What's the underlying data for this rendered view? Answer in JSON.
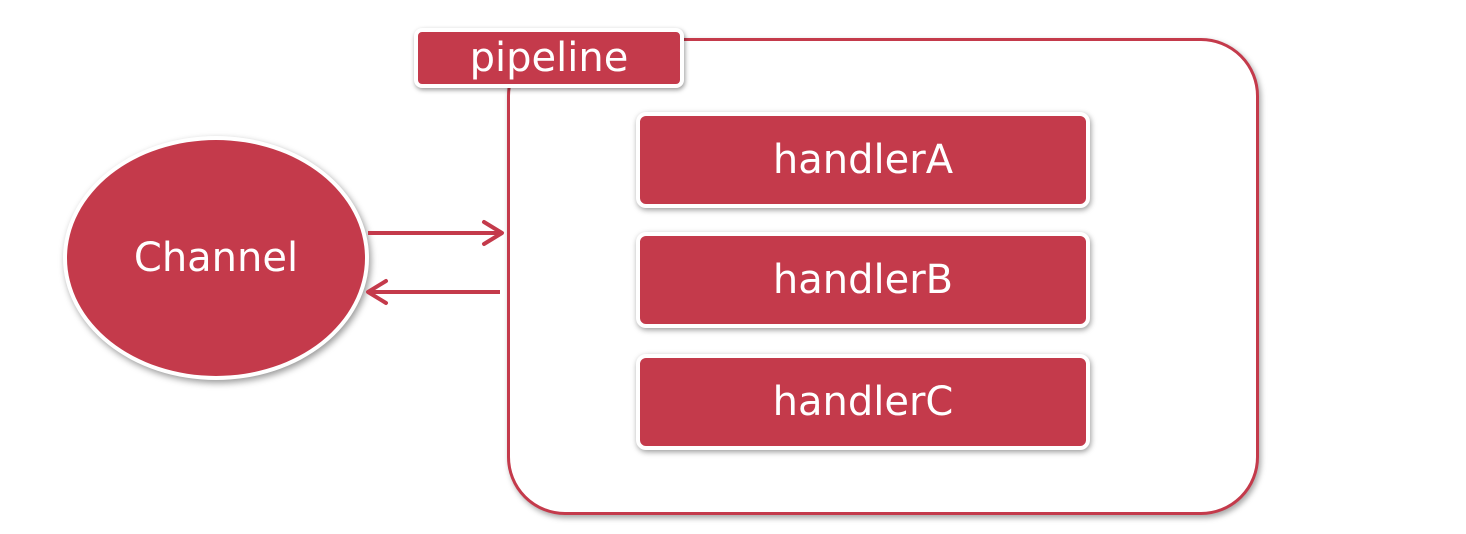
{
  "colors": {
    "accent": "#c43a4b",
    "text_on_accent": "#ffffff",
    "background": "#ffffff"
  },
  "pipeline": {
    "label": "pipeline",
    "handlers": [
      "handlerA",
      "handlerB",
      "handlerC"
    ]
  },
  "channel": {
    "label": "Channel"
  }
}
